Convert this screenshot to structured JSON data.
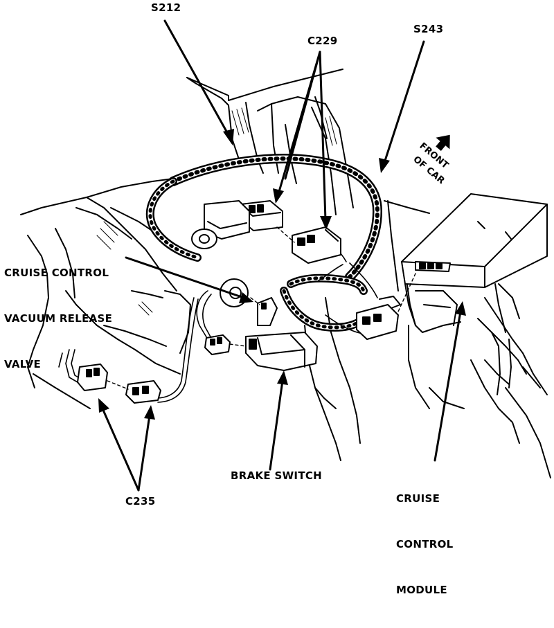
{
  "diagram": {
    "labels": {
      "s212": "S212",
      "c229": "C229",
      "s243": "S243",
      "front": "FRONT",
      "of_car": "OF CAR",
      "cruise_valve": [
        "CRUISE CONTROL",
        "VACUUM RELEASE",
        "VALVE"
      ],
      "brake_switch": "BRAKE SWITCH",
      "cruise_module": [
        "CRUISE",
        "CONTROL",
        "MODULE"
      ],
      "c235": "C235"
    }
  }
}
